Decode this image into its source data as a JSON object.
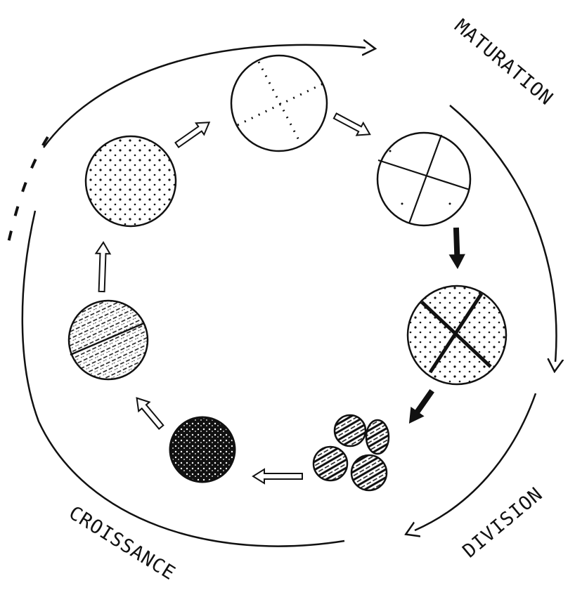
{
  "labels": {
    "maturation": "MATURATION",
    "division": "DIVISION",
    "croissance": "CROISSANCE"
  },
  "stages": [
    {
      "name": "dotted-cross-cell"
    },
    {
      "name": "quartered-cell"
    },
    {
      "name": "quartered-speckled-cell"
    },
    {
      "name": "daughter-cells-cluster"
    },
    {
      "name": "dark-speckled-cell"
    },
    {
      "name": "hatched-cell"
    },
    {
      "name": "speckled-cell"
    }
  ],
  "colors": {
    "ink": "#111111",
    "background": "#ffffff"
  }
}
